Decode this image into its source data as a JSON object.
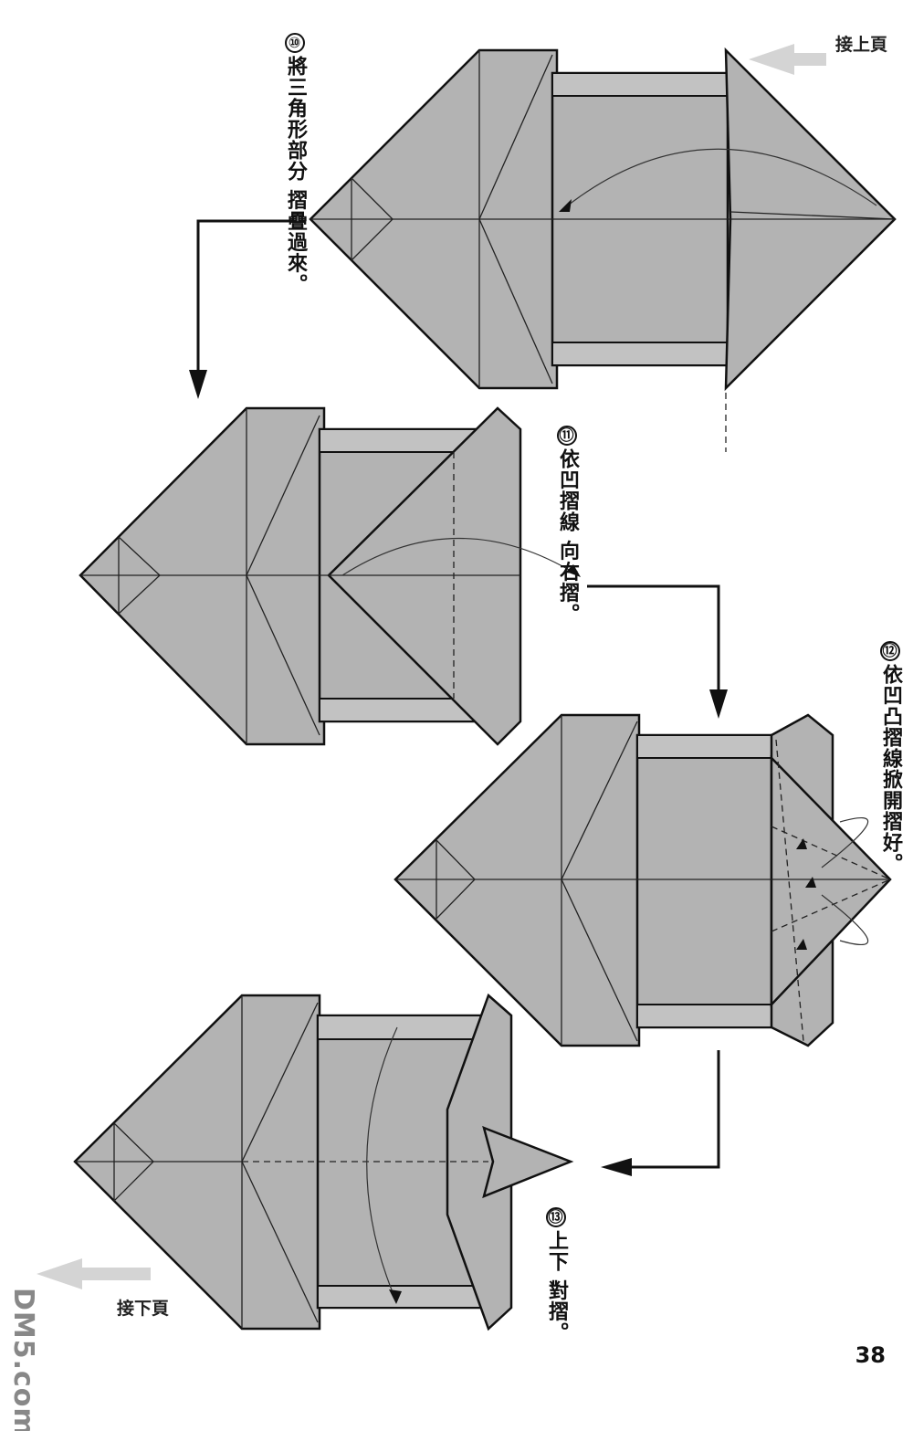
{
  "nav": {
    "continued_from": "接上頁",
    "continued_to": "接下頁"
  },
  "steps": [
    {
      "number": "⑩",
      "lines": [
        "將三角形部分",
        "摺疊過來。"
      ]
    },
    {
      "number": "⑪",
      "lines": [
        "依凹摺線",
        "向右摺。"
      ]
    },
    {
      "number": "⑫",
      "lines": [
        "依凹凸摺線掀開摺好。"
      ]
    },
    {
      "number": "⑬",
      "lines": [
        "上下",
        "對摺。"
      ]
    }
  ],
  "page_number": "38",
  "watermark": "DM5.com",
  "colors": {
    "paper": "#b3b3b3",
    "line": "#111111",
    "nav_arrow": "#cccccc"
  }
}
